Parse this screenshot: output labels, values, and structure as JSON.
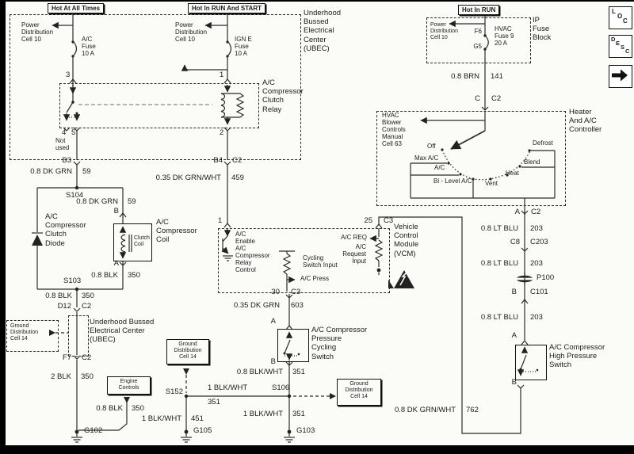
{
  "headers": {
    "hot_at_all_times": "Hot At All Times",
    "hot_in_run_and_start": "Hot In RUN And START",
    "hot_in_run": "Hot In RUN"
  },
  "ubec": {
    "label": "Underhood\nBussed\nElectrical\nCenter\n(UBEC)",
    "power_dist_left": "Power\nDistribution\nCell 10",
    "power_dist_mid": "Power\nDistribution\nCell 10",
    "fuse_ac": "A/C\nFuse\n10 A",
    "fuse_ign": "IGN E\nFuse\n10 A",
    "relay_label": "A/C\nCompressor\nClutch\nRelay",
    "pin3": "3",
    "pin1": "1",
    "pin4": "4",
    "pin5": "5",
    "pin2": "2",
    "not_used": "Not\nused",
    "b3": "B3",
    "b4": "B4",
    "b4_conn": "C2"
  },
  "ip_block": {
    "label": "IP\nFuse\nBlock",
    "power_dist": "Power\nDistribution\nCell 10",
    "fuse": "HVAC\nFuse 9\n20 A",
    "f6": "F6",
    "g5": "G5"
  },
  "heater": {
    "label": "Heater\nAnd A/C\nController",
    "hvac_blower": "HVAC\nBlower\nControls\nManual\nCell 63",
    "positions": [
      "Off",
      "Max A/C",
      "A/C",
      "Bi - Level A/C",
      "Vent",
      "Heat",
      "Blend",
      "Defrost"
    ],
    "in_pin": "C",
    "in_conn": "C2",
    "out_pin": "A",
    "out_conn": "C2"
  },
  "vcm": {
    "label": "Vehicle\nControl\nModule\n(VCM)",
    "enable": "A/C\nEnable\nA/C\nCompressor\nRelay\nControl",
    "cycling_input": "Cycling\nSwitch Input",
    "ac_press": "A/C Press",
    "ac_req": "A/C REQ",
    "ac_request_input": "A/C Request\nInput",
    "pin1": "1",
    "pin25": "25",
    "pin25_conn": "C3",
    "pin30": "30",
    "pin30_conn": "C3"
  },
  "compressor": {
    "diode": "A/C\nCompressor\nClutch\nDiode",
    "coil_inner": "Clutch\nCoil",
    "coil_label": "A/C\nCompressor\nCoil",
    "coil_b": "B",
    "coil_a": "A"
  },
  "switches": {
    "cycling": "A/C Compressor\nPressure\nCycling\nSwitch",
    "cycling_a": "A",
    "cycling_b": "B",
    "high_pressure": "A/C Compressor\nHigh Pressure\nSwitch",
    "hp_a": "A",
    "hp_b": "B"
  },
  "grounds_blocks": {
    "ground_dist": "Ground\nDistribution\nCell 14",
    "ubec2": "Underhood Bussed\nElectrical Center\n(UBEC)",
    "engine_controls": "Engine\nControls",
    "d12": "D12",
    "d12_conn": "C2",
    "f7": "F7",
    "f7_conn": "C2",
    "s104": "S104",
    "s103": "S103",
    "s152": "S152",
    "s106": "S106",
    "g102": "G102",
    "g105": "G105",
    "g103": "G103",
    "p100": "P100",
    "c8": "C8",
    "c8_conn": "C203",
    "c101_pin": "B",
    "c101": "C101"
  },
  "wires": {
    "brn141": {
      "color": "0.8 BRN",
      "num": "141"
    },
    "dkgrn59_a": {
      "color": "0.8 DK GRN",
      "num": "59"
    },
    "dkgrn59_b": {
      "color": "0.8 DK GRN",
      "num": "59"
    },
    "dkgrnwht459": {
      "color": "0.35 DK GRN/WHT",
      "num": "459"
    },
    "blk350_coil": {
      "color": "0.8 BLK",
      "num": "350"
    },
    "blk350_s103": {
      "color": "0.8 BLK",
      "num": "350"
    },
    "blk2_350": {
      "color": "2 BLK",
      "num": "350"
    },
    "blk08_350": {
      "color": "0.8 BLK",
      "num": "350"
    },
    "dkgrn603": {
      "color": "0.35 DK GRN",
      "num": "603"
    },
    "blkwht08_351": {
      "color": "0.8 BLK/WHT",
      "num": "351"
    },
    "blkwht1_351h": {
      "color": "1 BLK/WHT",
      "num": "351"
    },
    "blkwht1_451": {
      "color": "1 BLK/WHT",
      "num": "451"
    },
    "blkwht1_351v": {
      "color": "1 BLK/WHT",
      "num": "351"
    },
    "ltblu203_a": {
      "color": "0.8 LT BLU",
      "num": "203"
    },
    "ltblu203_b": {
      "color": "0.8 LT BLU",
      "num": "203"
    },
    "ltblu203_c": {
      "color": "0.8 LT BLU",
      "num": "203"
    },
    "dkgrnwht762": {
      "color": "0.8 DK GRN/WHT",
      "num": "762"
    }
  },
  "sidebar_icons": {
    "loc": [
      "L",
      "O",
      "C"
    ],
    "desc": [
      "D",
      "E",
      "S",
      "C"
    ],
    "next": "right-arrow"
  }
}
